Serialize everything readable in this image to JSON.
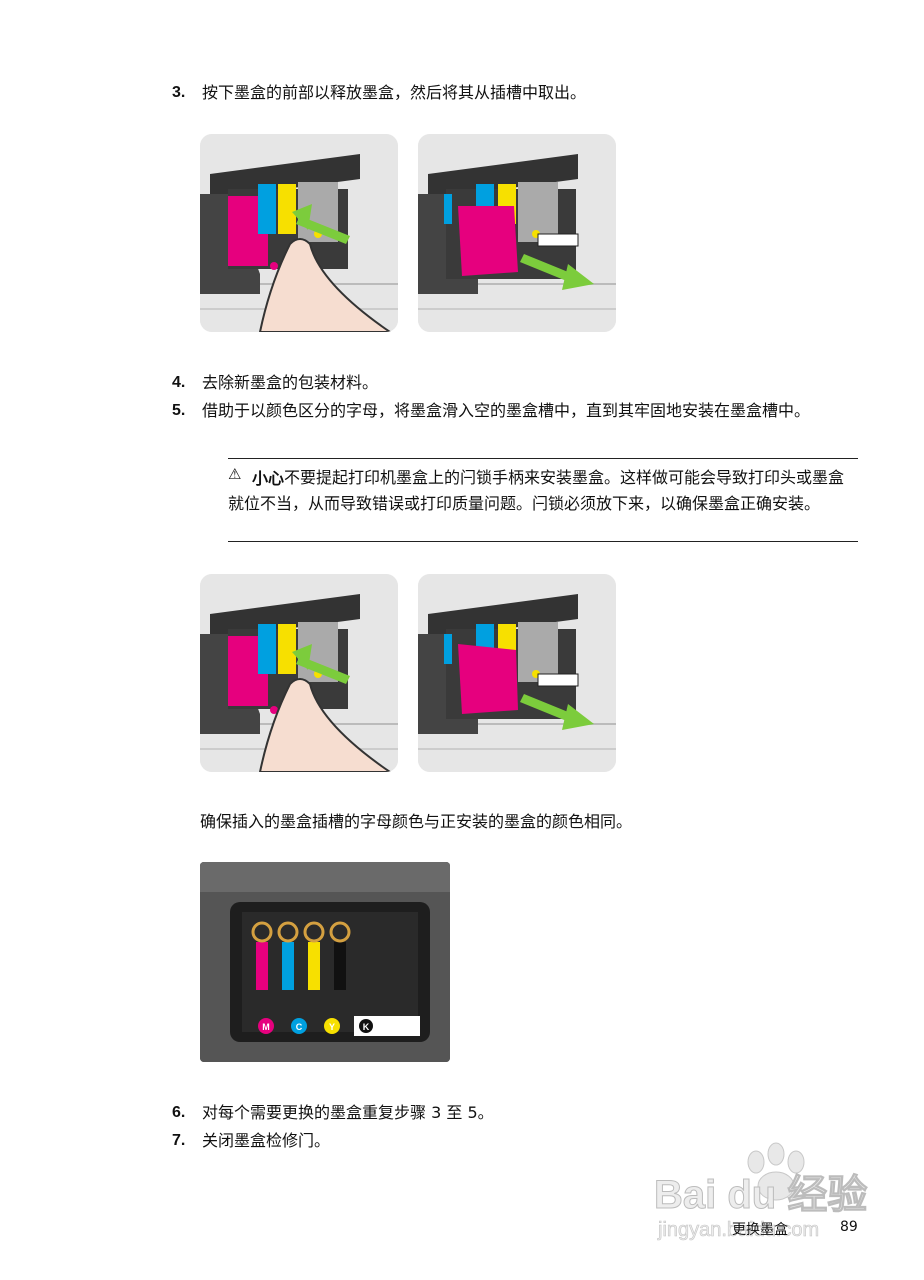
{
  "steps": [
    {
      "num": "3.",
      "text": "按下墨盒的前部以释放墨盒，然后将其从插槽中取出。"
    },
    {
      "num": "4.",
      "text": "去除新墨盒的包装材料。"
    },
    {
      "num": "5.",
      "text": "借助于以颜色区分的字母，将墨盒滑入空的墨盒槽中，直到其牢固地安装在墨盒槽中。"
    },
    {
      "num": "6.",
      "text": "对每个需要更换的墨盒重复步骤 3 至 5。"
    },
    {
      "num": "7.",
      "text": "关闭墨盒检修门。"
    }
  ],
  "caution": {
    "label": "小心",
    "text": "不要提起打印机墨盒上的闩锁手柄来安装墨盒。这样做可能会导致打印头或墨盒就位不当，从而导致错误或打印质量问题。闩锁必须放下来，以确保墨盒正确安装。"
  },
  "note": "确保插入的墨盒插槽的字母颜色与正安装的墨盒的颜色相同。",
  "slot_letters": [
    "M",
    "C",
    "Y",
    "K"
  ],
  "footer": {
    "section": "更换墨盒",
    "page": "89"
  },
  "watermark": {
    "brand": "Bai du 经验",
    "url": "jingyan.baidu.com"
  },
  "colors": {
    "magenta": "#e6007e",
    "cyan": "#00a0e0",
    "yellow": "#f7e000",
    "black": "#222222",
    "arrow": "#7ccc3c"
  }
}
